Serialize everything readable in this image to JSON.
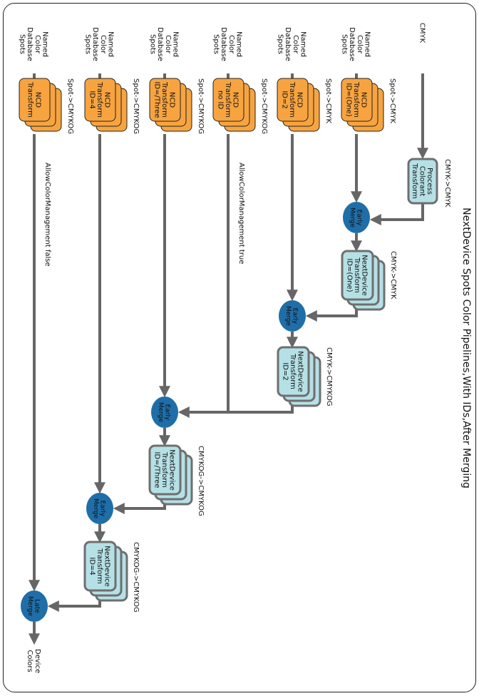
{
  "title": "NextDevice Spots Color Pipelines,With IDs,After Merging",
  "colors": {
    "ncd_fill": "#f7a440",
    "nd_fill": "#b5e0e6",
    "merge_fill": "#1f6ea8",
    "line": "#666666",
    "box_border": "#6f6f6f"
  },
  "inputs": {
    "cmyk": [
      "CMYK"
    ],
    "named": [
      "Named",
      "Color",
      "Database",
      "Spots"
    ]
  },
  "ncd": [
    {
      "lines": [
        "NCD",
        "Transform",
        "ID=(One)"
      ],
      "label": "Spot->CMYK"
    },
    {
      "lines": [
        "NCD",
        "Transform",
        "ID=2"
      ],
      "label": "Spot->CMYK"
    },
    {
      "lines": [
        "NCD",
        "Transform",
        "no ID"
      ],
      "label": "Spot->CMYKOG"
    },
    {
      "lines": [
        "NCD",
        "Transform",
        "ID=/Three"
      ],
      "label": "Spot->CMYKOG"
    },
    {
      "lines": [
        "NCD",
        "Transform",
        "ID=4"
      ],
      "label": "Spot->CMYKOG"
    },
    {
      "lines": [
        "NCD",
        "Transform"
      ],
      "label": "Spot->CMYKOG"
    }
  ],
  "process_colorant": {
    "lines": [
      "Process",
      "Colorant",
      "Transform"
    ],
    "label": "CMYK->CMYK"
  },
  "nextdevice": [
    {
      "lines": [
        "NextDevice",
        "Transform",
        "ID=(One)"
      ],
      "label": "CMYK->CMYK"
    },
    {
      "lines": [
        "NextDevice",
        "Transform",
        "ID=2"
      ],
      "label": "CMYK->CMYKOG"
    },
    {
      "lines": [
        "NextDevice",
        "Transform",
        "ID=/Three"
      ],
      "label": "CMYKOG->CMYKOG"
    },
    {
      "lines": [
        "NextDevice",
        "Transform",
        "ID=4"
      ],
      "label": "CMYKOG->CMYKOG"
    }
  ],
  "merges": {
    "early": [
      "Early",
      "Merge"
    ],
    "late": [
      "Late",
      "Merge"
    ]
  },
  "edge_labels": {
    "allow_true": "AllowColorManagement true",
    "allow_false": "AllowColorManagement false"
  },
  "output": [
    "Device",
    "Colors"
  ]
}
